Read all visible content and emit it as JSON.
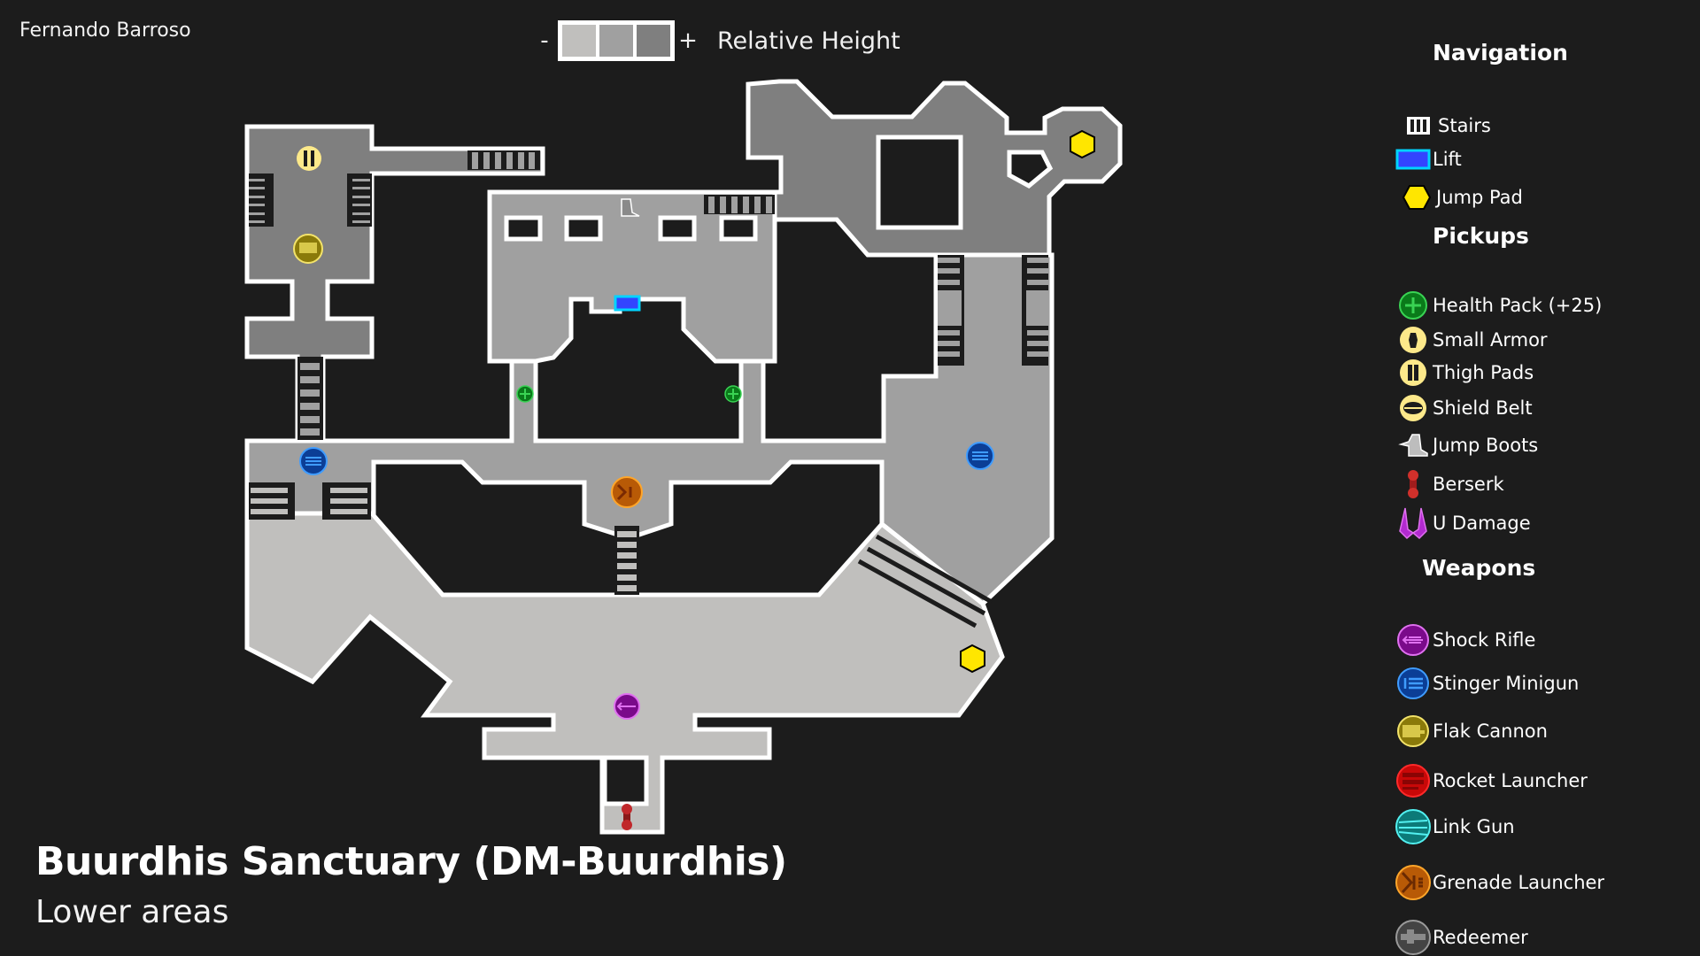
{
  "author": "Fernando Barroso",
  "height_legend": {
    "minus": "-",
    "plus": "+",
    "label": "Relative Height",
    "levels": [
      "#c0bfbd",
      "#a0a0a0",
      "#7f7f7f"
    ]
  },
  "title": "Buurdhis Sanctuary (DM-Buurdhis)",
  "subtitle": "Lower areas",
  "legend": {
    "navigation": {
      "heading": "Navigation",
      "items": [
        {
          "label": "Stairs",
          "icon": "stairs-icon"
        },
        {
          "label": "Lift",
          "icon": "lift-icon",
          "color": "#3344ff",
          "border": "#00d4ff"
        },
        {
          "label": "Jump Pad",
          "icon": "jump-pad-icon",
          "color": "#ffe600"
        }
      ]
    },
    "pickups": {
      "heading": "Pickups",
      "items": [
        {
          "label": "Health Pack (+25)",
          "icon": "health-pack-icon",
          "color": "#0a7a1a",
          "ring": "#39d353"
        },
        {
          "label": "Small Armor",
          "icon": "small-armor-icon",
          "color": "#fde98a"
        },
        {
          "label": "Thigh Pads",
          "icon": "thigh-pads-icon",
          "color": "#fde98a"
        },
        {
          "label": "Shield Belt",
          "icon": "shield-belt-icon",
          "color": "#fde98a"
        },
        {
          "label": "Jump Boots",
          "icon": "jump-boots-icon",
          "color": "#cfcfcf"
        },
        {
          "label": "Berserk",
          "icon": "berserk-icon",
          "color": "#c0282b"
        },
        {
          "label": "U Damage",
          "icon": "u-damage-icon",
          "color": "#b22ad0"
        }
      ]
    },
    "weapons": {
      "heading": "Weapons",
      "items": [
        {
          "label": "Shock Rifle",
          "icon": "shock-rifle-icon",
          "color": "#7a0a8a",
          "ring": "#e070f0"
        },
        {
          "label": "Stinger Minigun",
          "icon": "stinger-minigun-icon",
          "color": "#0b3e96",
          "ring": "#3f9cff"
        },
        {
          "label": "Flak Cannon",
          "icon": "flak-cannon-icon",
          "color": "#8a7a0a",
          "ring": "#f3e36a"
        },
        {
          "label": "Rocket Launcher",
          "icon": "rocket-launcher-icon",
          "color": "#c80808",
          "ring": "#ff2a2a"
        },
        {
          "label": "Link Gun",
          "icon": "link-gun-icon",
          "color": "#0c7a78",
          "ring": "#52f0f0"
        },
        {
          "label": "Grenade Launcher",
          "icon": "grenade-launcher-icon",
          "color": "#b85a06",
          "ring": "#ffa62a"
        },
        {
          "label": "Redeemer",
          "icon": "redeemer-icon",
          "color": "#444444",
          "ring": "#9a9a9a"
        }
      ]
    }
  },
  "map_items": [
    {
      "type": "thigh-pads",
      "area": "north-west room"
    },
    {
      "type": "flak-cannon",
      "area": "north-west room"
    },
    {
      "type": "jump-boots",
      "area": "north central hall"
    },
    {
      "type": "lift",
      "area": "north central hall"
    },
    {
      "type": "health-pack",
      "area": "west corridor"
    },
    {
      "type": "health-pack",
      "area": "east corridor"
    },
    {
      "type": "stinger-minigun",
      "area": "west junction"
    },
    {
      "type": "grenade-launcher",
      "area": "central junction"
    },
    {
      "type": "stinger-minigun",
      "area": "east hall"
    },
    {
      "type": "jump-pad",
      "area": "north-east alcove"
    },
    {
      "type": "jump-pad",
      "area": "south-east corner"
    },
    {
      "type": "shock-rifle",
      "area": "south hall"
    },
    {
      "type": "berserk",
      "area": "south alcove"
    }
  ]
}
